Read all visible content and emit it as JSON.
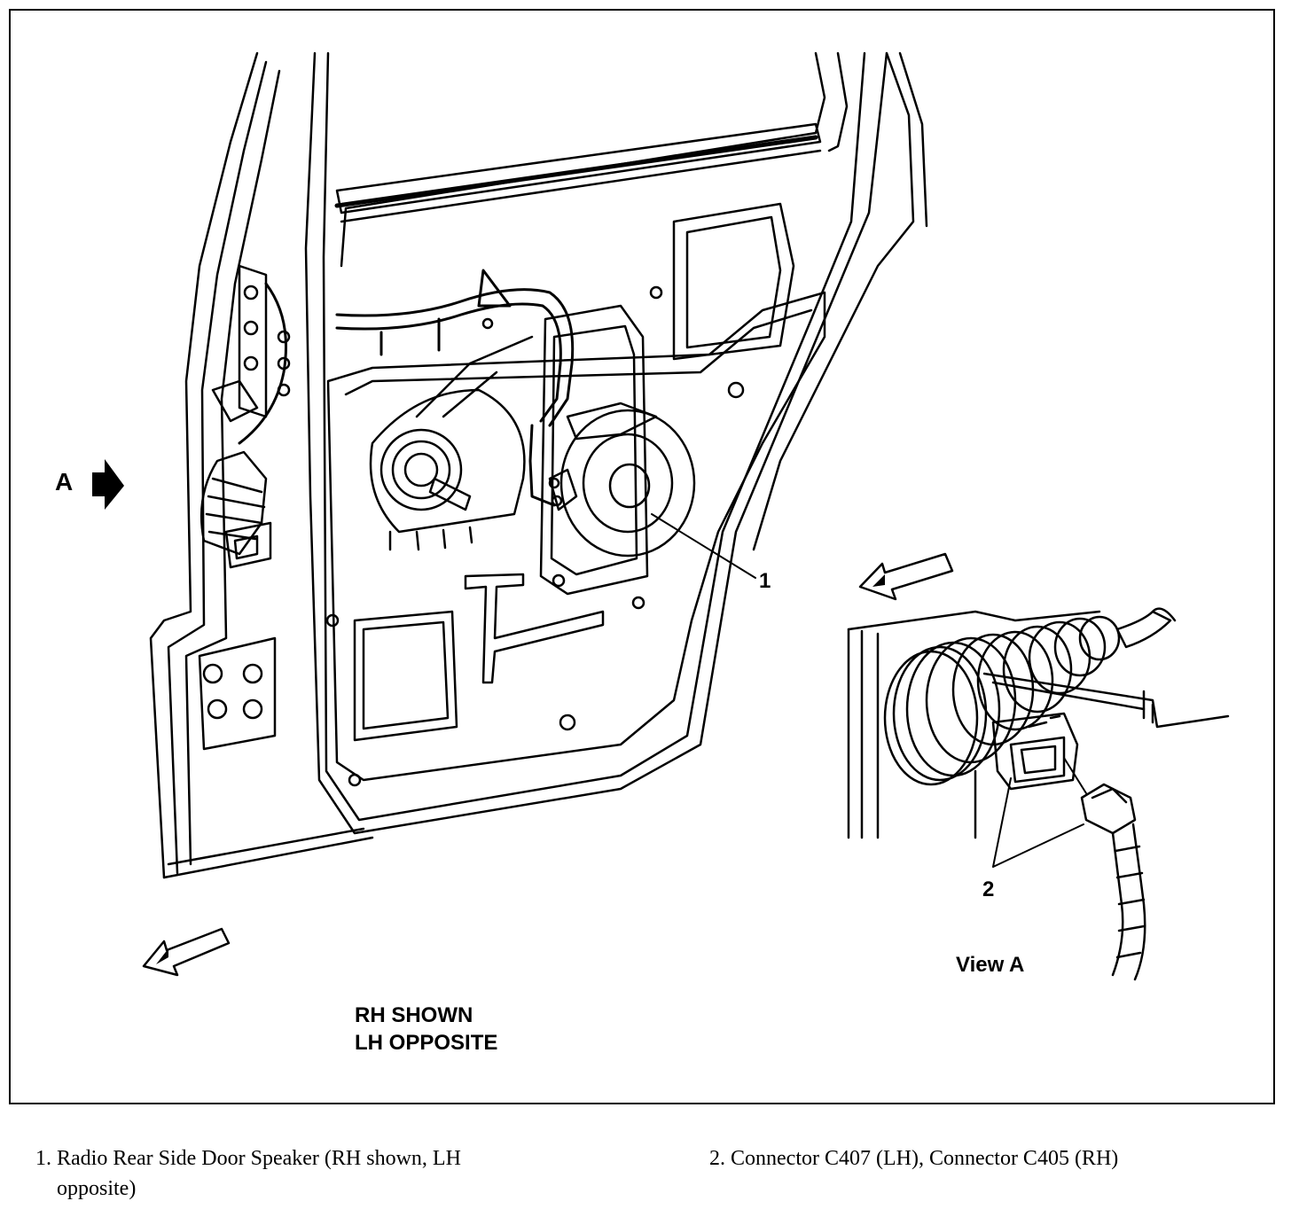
{
  "diagram": {
    "view_arrow_label": "A",
    "callouts": {
      "c1": "1",
      "c2": "2"
    },
    "view_caption": "View A",
    "note_line1": "RH SHOWN",
    "note_line2": "LH OPPOSITE"
  },
  "legend": {
    "item1_line1": "1. Radio Rear Side Door Speaker (RH shown, LH",
    "item1_line2": "opposite)",
    "item2": "2. Connector C407 (LH), Connector C405 (RH)"
  },
  "colors": {
    "ink": "#000000",
    "paper": "#ffffff"
  }
}
